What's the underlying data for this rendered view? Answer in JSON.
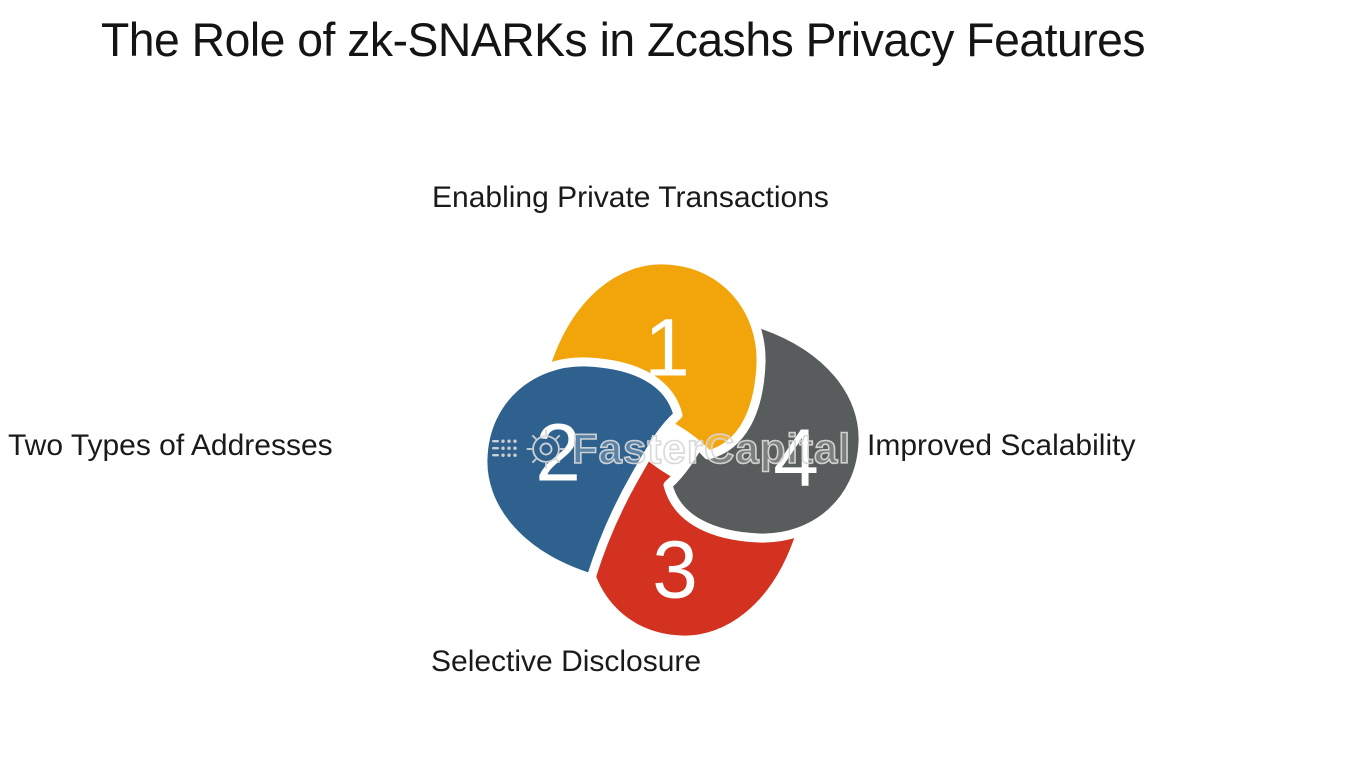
{
  "page": {
    "title": "The Role of zk-SNARKs in Zcashs Privacy Features",
    "background_color": "#ffffff"
  },
  "diagram": {
    "type": "pinwheel-4-petals",
    "number_color": "#ffffff",
    "petals": [
      {
        "number": "1",
        "label": "Enabling Private Transactions",
        "color": "#F1A50A",
        "position": "top"
      },
      {
        "number": "2",
        "label": "Two Types of Addresses",
        "color": "#2E618E",
        "position": "left"
      },
      {
        "number": "3",
        "label": "Selective Disclosure",
        "color": "#D33221",
        "position": "bottom"
      },
      {
        "number": "4",
        "label": "Improved Scalability",
        "color": "#595C5C",
        "position": "right"
      }
    ],
    "watermark": {
      "text": "FasterCapital",
      "icon": "gear-icon",
      "color": "#d6d6d6"
    }
  }
}
